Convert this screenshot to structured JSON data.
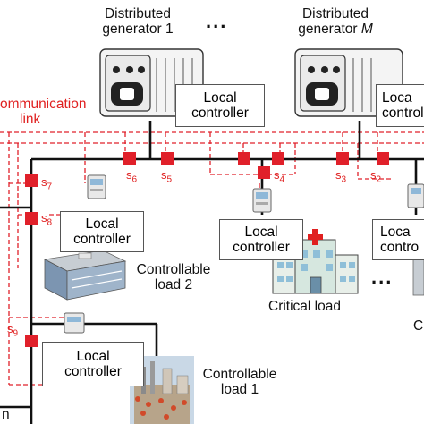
{
  "generators": {
    "g1": {
      "line1": "Distributed",
      "line2": "generator 1"
    },
    "gM": {
      "line1": "Distributed",
      "line2_prefix": "generator ",
      "line2_italic": "M"
    },
    "ellipsis": "..."
  },
  "communication": {
    "line1": "ommunication",
    "line2": "link"
  },
  "controllers": {
    "gen1": {
      "line1": "Local",
      "line2": "controller"
    },
    "genM": {
      "line1": "Loca",
      "line2": "controll"
    },
    "load2": {
      "line1": "Local",
      "line2": "controller"
    },
    "critical": {
      "line1": "Local",
      "line2": "controller"
    },
    "right": {
      "line1": "Loca",
      "line2": "contro"
    },
    "load1": {
      "line1": "Local",
      "line2": "controller"
    }
  },
  "loads": {
    "load2": {
      "line1": "Controllable",
      "line2": "load 2"
    },
    "critical": {
      "line1": "Critical load"
    },
    "load1": {
      "line1": "Controllable",
      "line2": "load 1"
    },
    "right_partial": "C",
    "bottom_partial": "n",
    "ellipsis": "..."
  },
  "switches": {
    "s2": {
      "base": "s",
      "sub": "2"
    },
    "s3": {
      "base": "s",
      "sub": "3"
    },
    "s4": {
      "base": "s",
      "sub": "4"
    },
    "s5": {
      "base": "s",
      "sub": "5"
    },
    "s6": {
      "base": "s",
      "sub": "6"
    },
    "s7": {
      "base": "s",
      "sub": "7"
    },
    "s8": {
      "base": "s",
      "sub": "8"
    },
    "s9": {
      "base": "s",
      "sub": "9"
    }
  },
  "colors": {
    "bus": "#111111",
    "switch": "#e0202a",
    "comm": "#e02020"
  }
}
